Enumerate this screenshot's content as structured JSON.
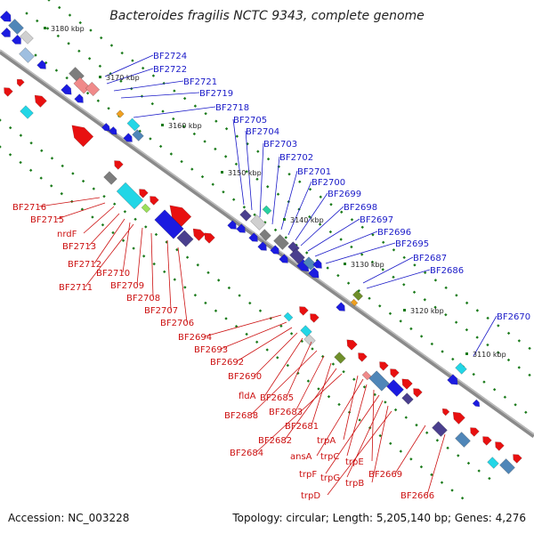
{
  "title": "Bacteroides fragilis NCTC 9343, complete genome",
  "accession": "Accession: NC_003228",
  "topology": "Topology: circular; Length: 5,205,140 bp; Genes: 4,276",
  "colors": {
    "forward_label": "#1a1ac8",
    "reverse_label": "#cc1111",
    "backbone": "#8a8a8a",
    "tick": "#1a7a1a"
  },
  "kbp_marks": [
    "3180 kbp",
    "3170 kbp",
    "3160 kbp",
    "3150 kbp",
    "3140 kbp",
    "3130 kbp",
    "3120 kbp",
    "3110 kbp"
  ],
  "upper_labels": [
    "BF2724",
    "BF2722",
    "BF2721",
    "BF2719",
    "BF2718",
    "BF2705",
    "BF2704",
    "BF2703",
    "BF2702",
    "BF2701",
    "BF2700",
    "BF2699",
    "BF2698",
    "BF2697",
    "BF2696",
    "BF2695",
    "BF2687",
    "BF2686",
    "BF2670"
  ],
  "lower_labels": [
    "BF2716",
    "BF2715",
    "nrdF",
    "BF2713",
    "BF2712",
    "BF2710",
    "BF2711",
    "BF2709",
    "BF2708",
    "BF2707",
    "BF2706",
    "BF2694",
    "BF2693",
    "BF2692",
    "BF2690",
    "fldA",
    "BF2685",
    "BF2688",
    "BF2683",
    "BF2681",
    "BF2682",
    "BF2684",
    "trpA",
    "ansA",
    "trpC",
    "trpE",
    "trpF",
    "trpG",
    "trpB",
    "BF2669",
    "trpD",
    "BF2666"
  ]
}
